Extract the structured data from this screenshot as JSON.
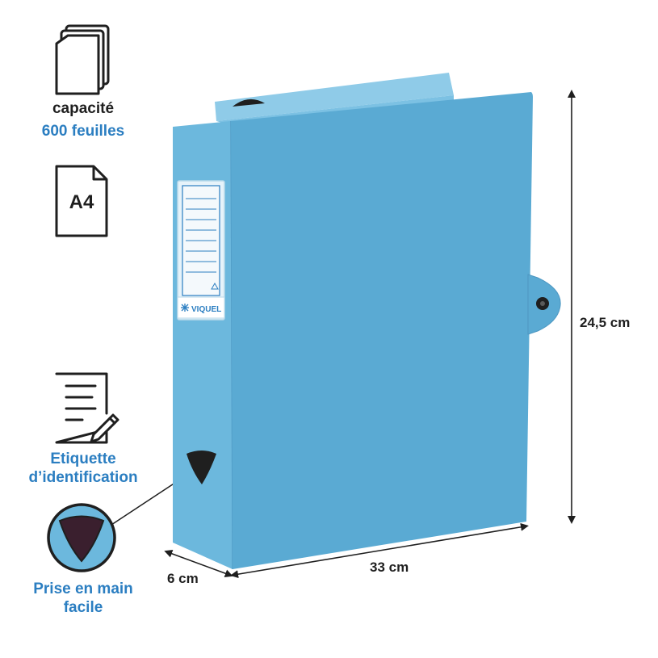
{
  "colors": {
    "accent": "#2b7ec1",
    "box_front": "#5aaad3",
    "box_side": "#6cb8dd",
    "box_top": "#8fcbe8",
    "text_dark": "#1f1f1f"
  },
  "features": {
    "capacity": {
      "icon": "paper-stack-icon",
      "line1": "capacité",
      "line2": "600 feuilles"
    },
    "format": {
      "icon": "document-icon",
      "badge": "A4"
    },
    "label": {
      "icon": "document-pencil-icon",
      "line1": "Etiquette",
      "line2": "d’identification"
    },
    "grip": {
      "icon": "finger-hole-icon",
      "line1": "Prise en main",
      "line2": "facile"
    }
  },
  "product": {
    "brand": "VIQUEL"
  },
  "dimensions": {
    "height": "24,5 cm",
    "width": "33 cm",
    "depth": "6 cm"
  }
}
